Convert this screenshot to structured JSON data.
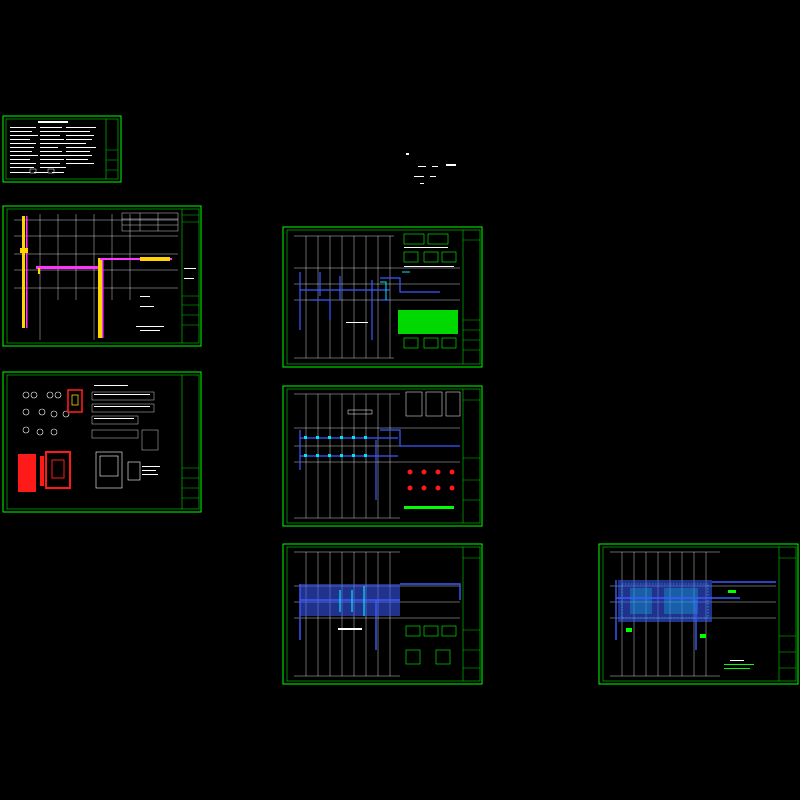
{
  "canvas": {
    "background": "#000000",
    "frame_color": "#00ff00",
    "line_white": "#ffffff",
    "line_blue": "#3a5bff",
    "line_cyan": "#00e5ff",
    "fill_red": "#ff1a1a",
    "fill_yellow": "#ffd400",
    "fill_magenta": "#ff33ff"
  },
  "sheets": [
    {
      "id": "sheet-notes",
      "kind": "notes"
    },
    {
      "id": "sheet-site-plan",
      "kind": "site-plan"
    },
    {
      "id": "sheet-details",
      "kind": "details"
    },
    {
      "id": "sheet-plan-1",
      "kind": "structural-plan"
    },
    {
      "id": "sheet-plan-2",
      "kind": "structural-plan"
    },
    {
      "id": "sheet-plan-3",
      "kind": "structural-plan"
    },
    {
      "id": "sheet-plan-4",
      "kind": "structural-plan-dense"
    }
  ],
  "floating_marks": {
    "kind": "small-text-fragments"
  }
}
